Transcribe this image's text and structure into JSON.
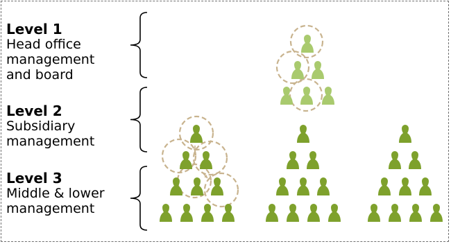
{
  "levels": [
    {
      "title": "Level 1",
      "desc": [
        "Head office",
        "management",
        "and board"
      ]
    },
    {
      "title": "Level 2",
      "desc": [
        "Subsidiary",
        "management"
      ]
    },
    {
      "title": "Level 3",
      "desc": [
        "Middle & lower",
        "management"
      ]
    }
  ],
  "colors": {
    "border": "#707070",
    "light_piece": "#a9ca6e",
    "dark_piece": "#7ea12c",
    "circle": "#c8b38e",
    "bracket": "#000000"
  }
}
